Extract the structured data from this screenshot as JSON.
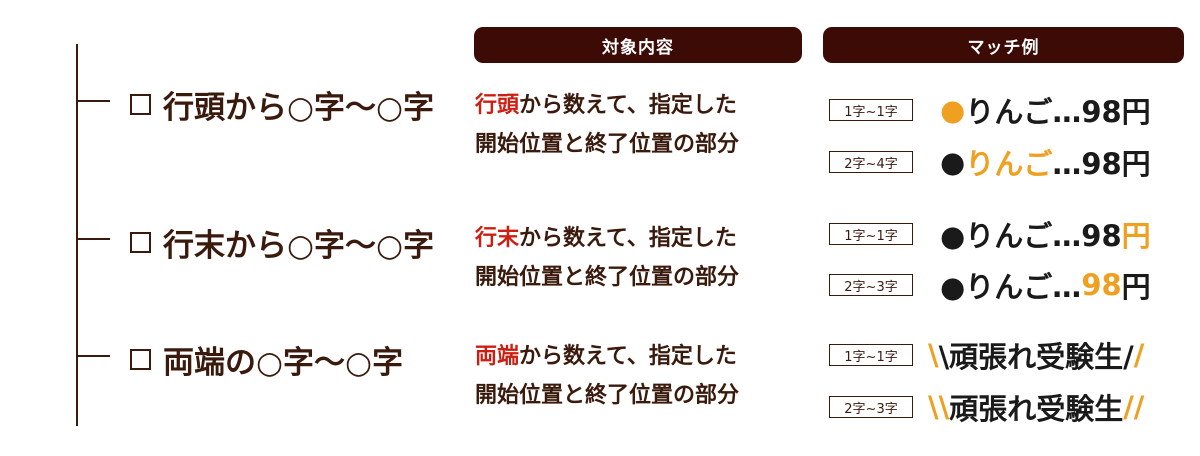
{
  "headers": {
    "target": "対象内容",
    "match": "マッチ例"
  },
  "sections": [
    {
      "title": "行頭から○字〜○字",
      "desc_hl": "行頭",
      "desc_rest": "から数えて、指定した",
      "desc_line2": "開始位置と終了位置の部分",
      "examples": [
        {
          "tag": "1字~1字",
          "parts": [
            {
              "t": "●",
              "o": true
            },
            {
              "t": "りんご…98円",
              "o": false
            }
          ]
        },
        {
          "tag": "2字~4字",
          "parts": [
            {
              "t": "●",
              "o": false
            },
            {
              "t": "りんご",
              "o": true
            },
            {
              "t": "…98円",
              "o": false
            }
          ]
        }
      ]
    },
    {
      "title": "行末から○字〜○字",
      "desc_hl": "行末",
      "desc_rest": "から数えて、指定した",
      "desc_line2": "開始位置と終了位置の部分",
      "examples": [
        {
          "tag": "1字~1字",
          "parts": [
            {
              "t": "●りんご…98",
              "o": false
            },
            {
              "t": "円",
              "o": true
            }
          ]
        },
        {
          "tag": "2字~3字",
          "parts": [
            {
              "t": "●りんご…",
              "o": false
            },
            {
              "t": "98",
              "o": true
            },
            {
              "t": "円",
              "o": false
            }
          ]
        }
      ]
    },
    {
      "title": "両端の○字〜○字",
      "desc_hl": "両端",
      "desc_rest": "から数えて、指定した",
      "desc_line2": "開始位置と終了位置の部分",
      "examples": [
        {
          "tag": "1字~1字",
          "parts": [
            {
              "t": "\\",
              "o": true
            },
            {
              "t": "\\頑張れ受験生/",
              "o": false
            },
            {
              "t": "/",
              "o": true
            }
          ]
        },
        {
          "tag": "2字~3字",
          "parts": [
            {
              "t": "\\\\",
              "o": true
            },
            {
              "t": "頑張れ受験生",
              "o": false
            },
            {
              "t": "//",
              "o": true
            }
          ]
        }
      ]
    }
  ],
  "colors": {
    "dark_brown": "#3d0b05",
    "red": "#cc1e12",
    "orange": "#f0a020"
  }
}
